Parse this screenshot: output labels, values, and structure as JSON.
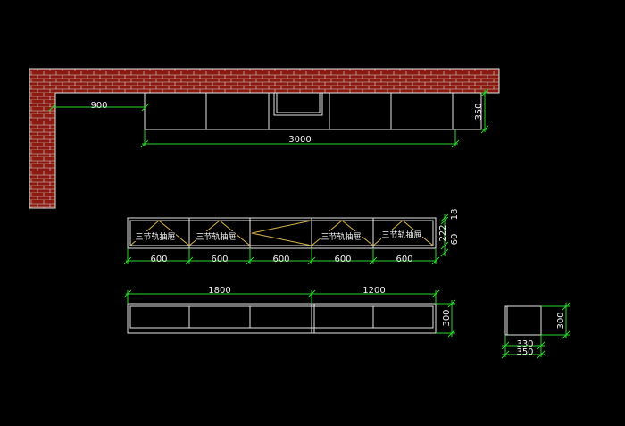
{
  "colors": {
    "background": "#000000",
    "wall": "#8a1a10",
    "lines": "#e6e6e6",
    "dimension": "#2bd62b",
    "diagonal": "#d7b34a"
  },
  "plan": {
    "dim_left": "900",
    "dim_total": "3000",
    "dim_depth": "350"
  },
  "front": {
    "drawer_label": "三节轨抽屉",
    "widths": [
      "600",
      "600",
      "600",
      "600",
      "600"
    ],
    "heights": [
      "18",
      "222",
      "60"
    ]
  },
  "elevation": {
    "dims_top": [
      "1800",
      "1200"
    ],
    "dim_height": "300"
  },
  "side": {
    "dim_height": "300",
    "dim_inner": "330",
    "dim_outer": "350"
  }
}
